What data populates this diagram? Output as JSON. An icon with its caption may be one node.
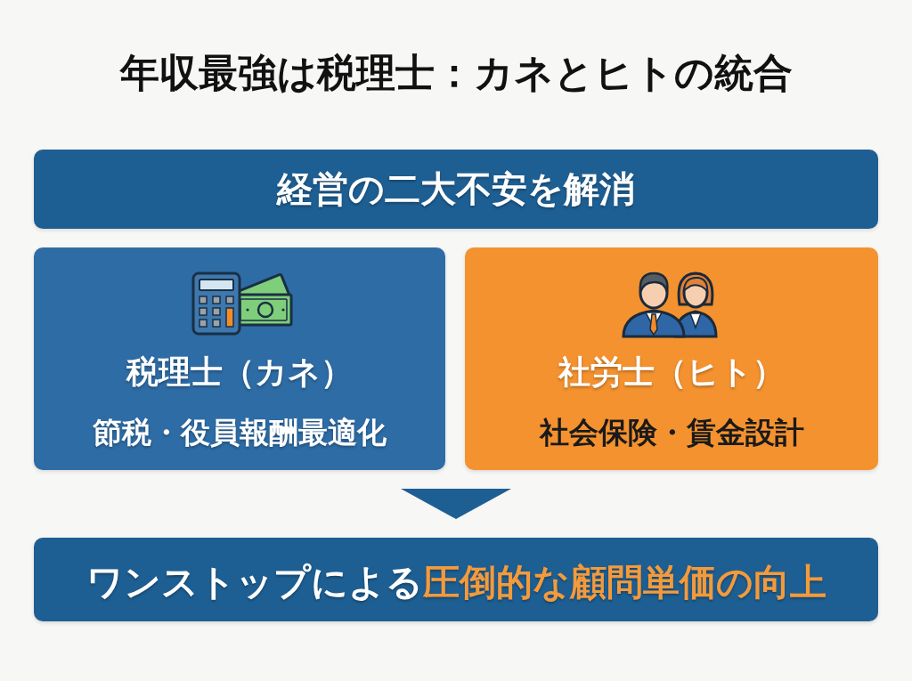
{
  "diagram": {
    "title": "年収最強は税理士：カネとヒトの統合",
    "nodes": [
      {
        "text": [
          "経営の二大不安を解消"
        ]
      },
      {
        "text": [
          "税理士（カネ）",
          "節税・役員報酬最適化"
        ]
      },
      {
        "text": [
          "社労士（ヒト）",
          "社会保険・賃金設計"
        ]
      },
      {
        "text": [
          "ワンストップによる**圧倒的な顧問単価の向上**"
        ]
      }
    ],
    "edges": [
      {
        "from": 1,
        "to": 3,
        "arrow": "to"
      },
      {
        "from": 2,
        "to": 3,
        "arrow": "to"
      }
    ]
  }
}
